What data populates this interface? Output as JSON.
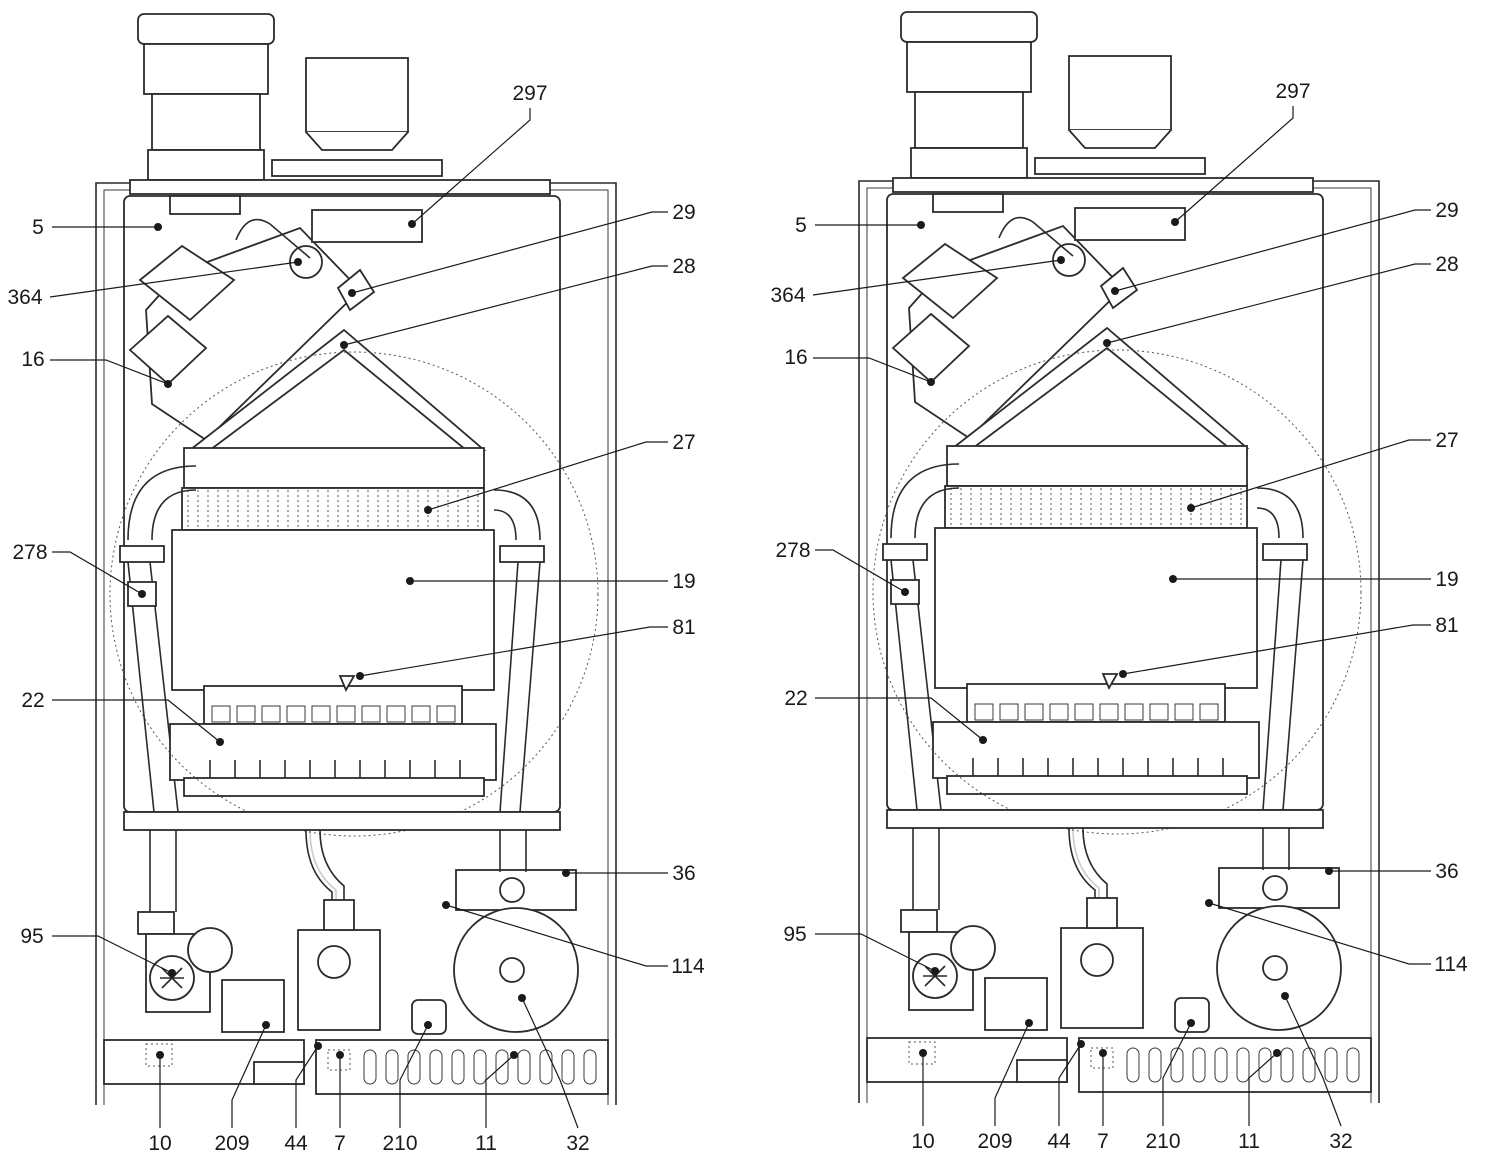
{
  "diagram": {
    "left": {
      "callouts": [
        {
          "id": "c5",
          "text": "5"
        },
        {
          "id": "c364",
          "text": "364"
        },
        {
          "id": "c16",
          "text": "16"
        },
        {
          "id": "c278",
          "text": "278"
        },
        {
          "id": "c22",
          "text": "22"
        },
        {
          "id": "c95",
          "text": "95"
        },
        {
          "id": "c297",
          "text": "297"
        },
        {
          "id": "c29",
          "text": "29"
        },
        {
          "id": "c28",
          "text": "28"
        },
        {
          "id": "c27",
          "text": "27"
        },
        {
          "id": "c19",
          "text": "19"
        },
        {
          "id": "c81",
          "text": "81"
        },
        {
          "id": "c36",
          "text": "36"
        },
        {
          "id": "c114",
          "text": "114"
        },
        {
          "id": "c10",
          "text": "10"
        },
        {
          "id": "c209",
          "text": "209"
        },
        {
          "id": "c44",
          "text": "44"
        },
        {
          "id": "c7",
          "text": "7"
        },
        {
          "id": "c210",
          "text": "210"
        },
        {
          "id": "c11",
          "text": "11"
        },
        {
          "id": "c32",
          "text": "32"
        }
      ]
    },
    "right": {
      "callouts": [
        {
          "id": "c5",
          "text": "5"
        },
        {
          "id": "c364",
          "text": "364"
        },
        {
          "id": "c16",
          "text": "16"
        },
        {
          "id": "c278",
          "text": "278"
        },
        {
          "id": "c22",
          "text": "22"
        },
        {
          "id": "c95",
          "text": "95"
        },
        {
          "id": "c297",
          "text": "297"
        },
        {
          "id": "c29",
          "text": "29"
        },
        {
          "id": "c28",
          "text": "28"
        },
        {
          "id": "c27",
          "text": "27"
        },
        {
          "id": "c19",
          "text": "19"
        },
        {
          "id": "c81",
          "text": "81"
        },
        {
          "id": "c36",
          "text": "36"
        },
        {
          "id": "c114",
          "text": "114"
        },
        {
          "id": "c10",
          "text": "10"
        },
        {
          "id": "c209",
          "text": "209"
        },
        {
          "id": "c44",
          "text": "44"
        },
        {
          "id": "c7",
          "text": "7"
        },
        {
          "id": "c210",
          "text": "210"
        },
        {
          "id": "c11",
          "text": "11"
        },
        {
          "id": "c32",
          "text": "32"
        }
      ]
    }
  }
}
